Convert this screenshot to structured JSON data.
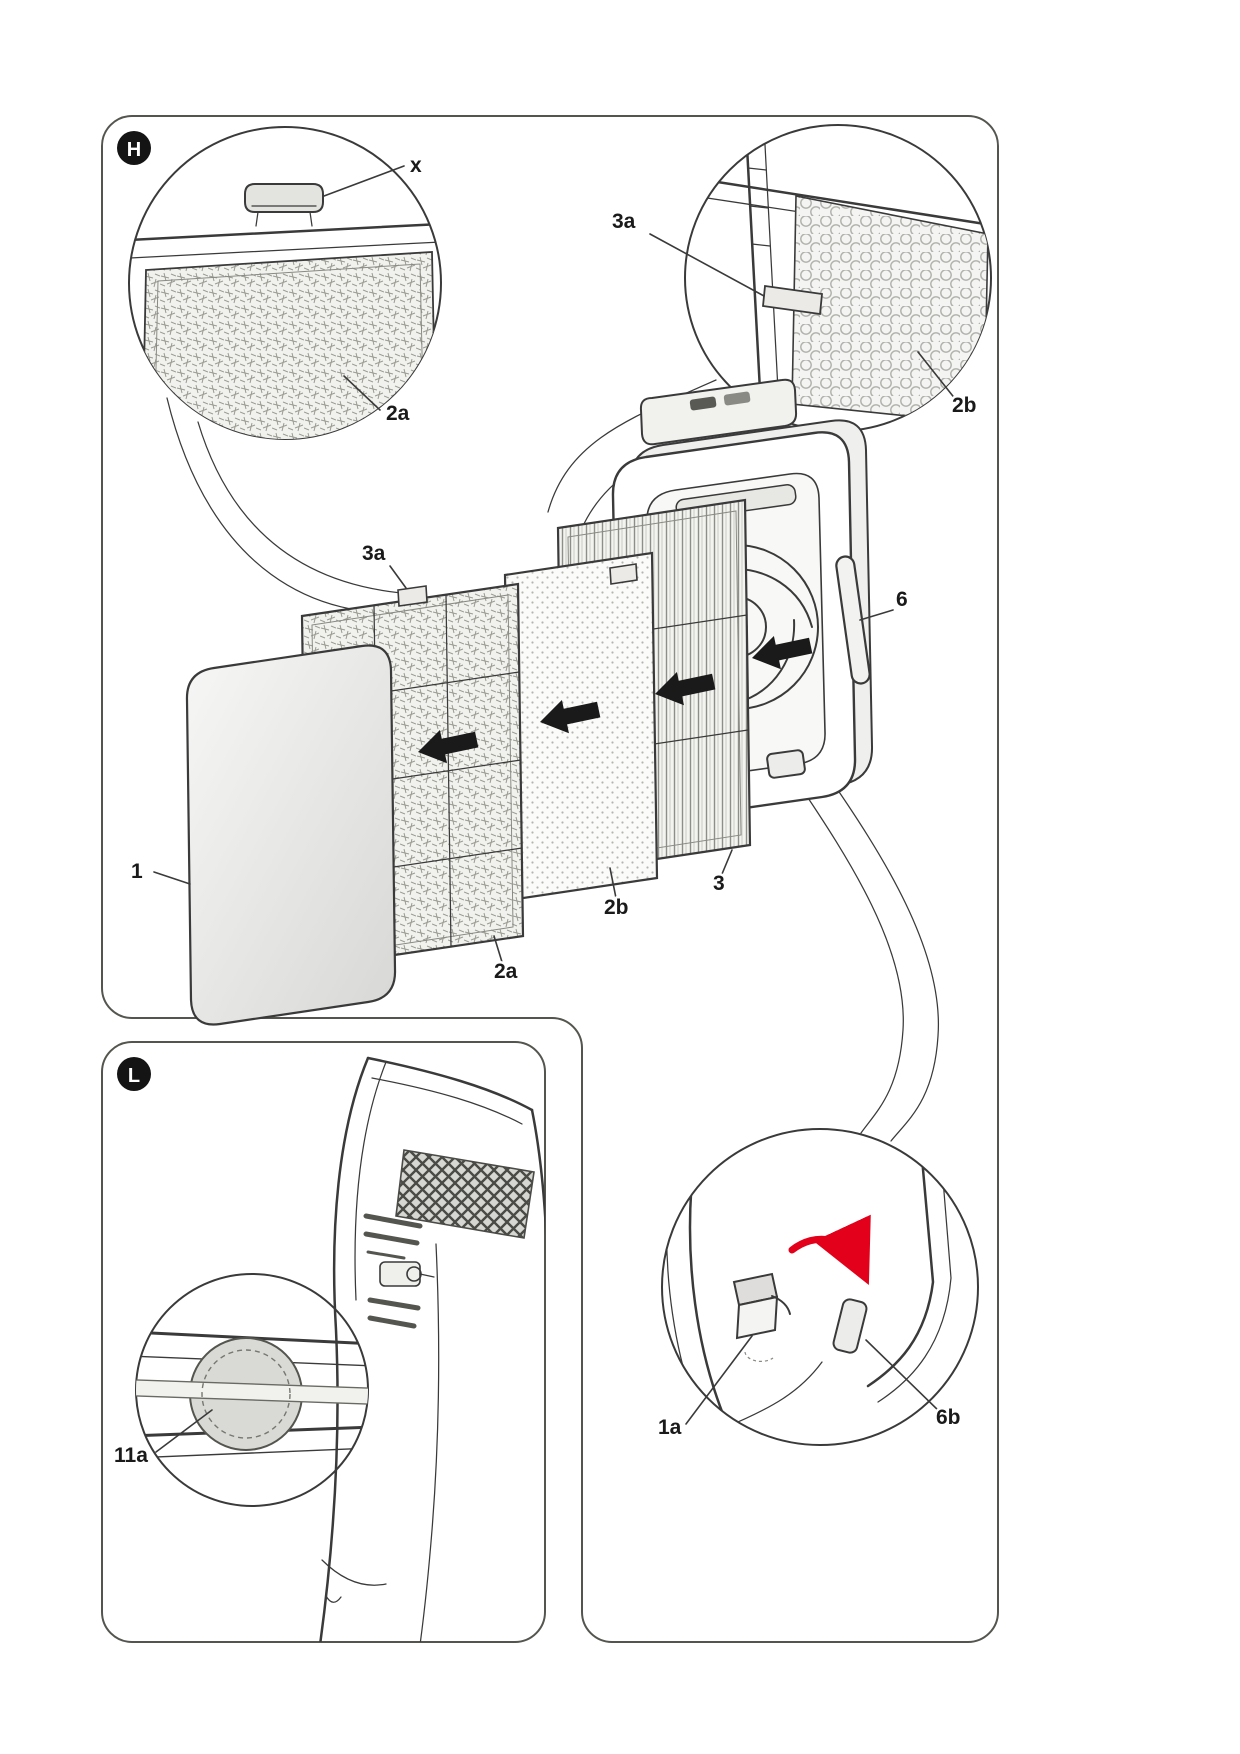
{
  "colors": {
    "line": "#3a3a3a",
    "label": "#1a1a1a",
    "badge_bg": "#141414",
    "badge_text": "#ffffff",
    "black_arrow": "#1a1a1a",
    "red_arrow": "#e2001a"
  },
  "panel_h": {
    "badge": "H",
    "inset_top_left": {
      "clip": "x",
      "mesh": "2a"
    },
    "inset_top_right": {
      "tab": "3a",
      "honeycomb": "2b"
    },
    "exploded": {
      "front_cover": "1",
      "mesh_filter": "2a",
      "mesh_tab": "3a",
      "carbon_filter": "2b",
      "hepa_filter": "3",
      "main_unit": "6"
    }
  },
  "panel_l": {
    "badge": "L",
    "port": "11a"
  },
  "detail_clip": {
    "clip": "1a",
    "slot": "6b"
  }
}
